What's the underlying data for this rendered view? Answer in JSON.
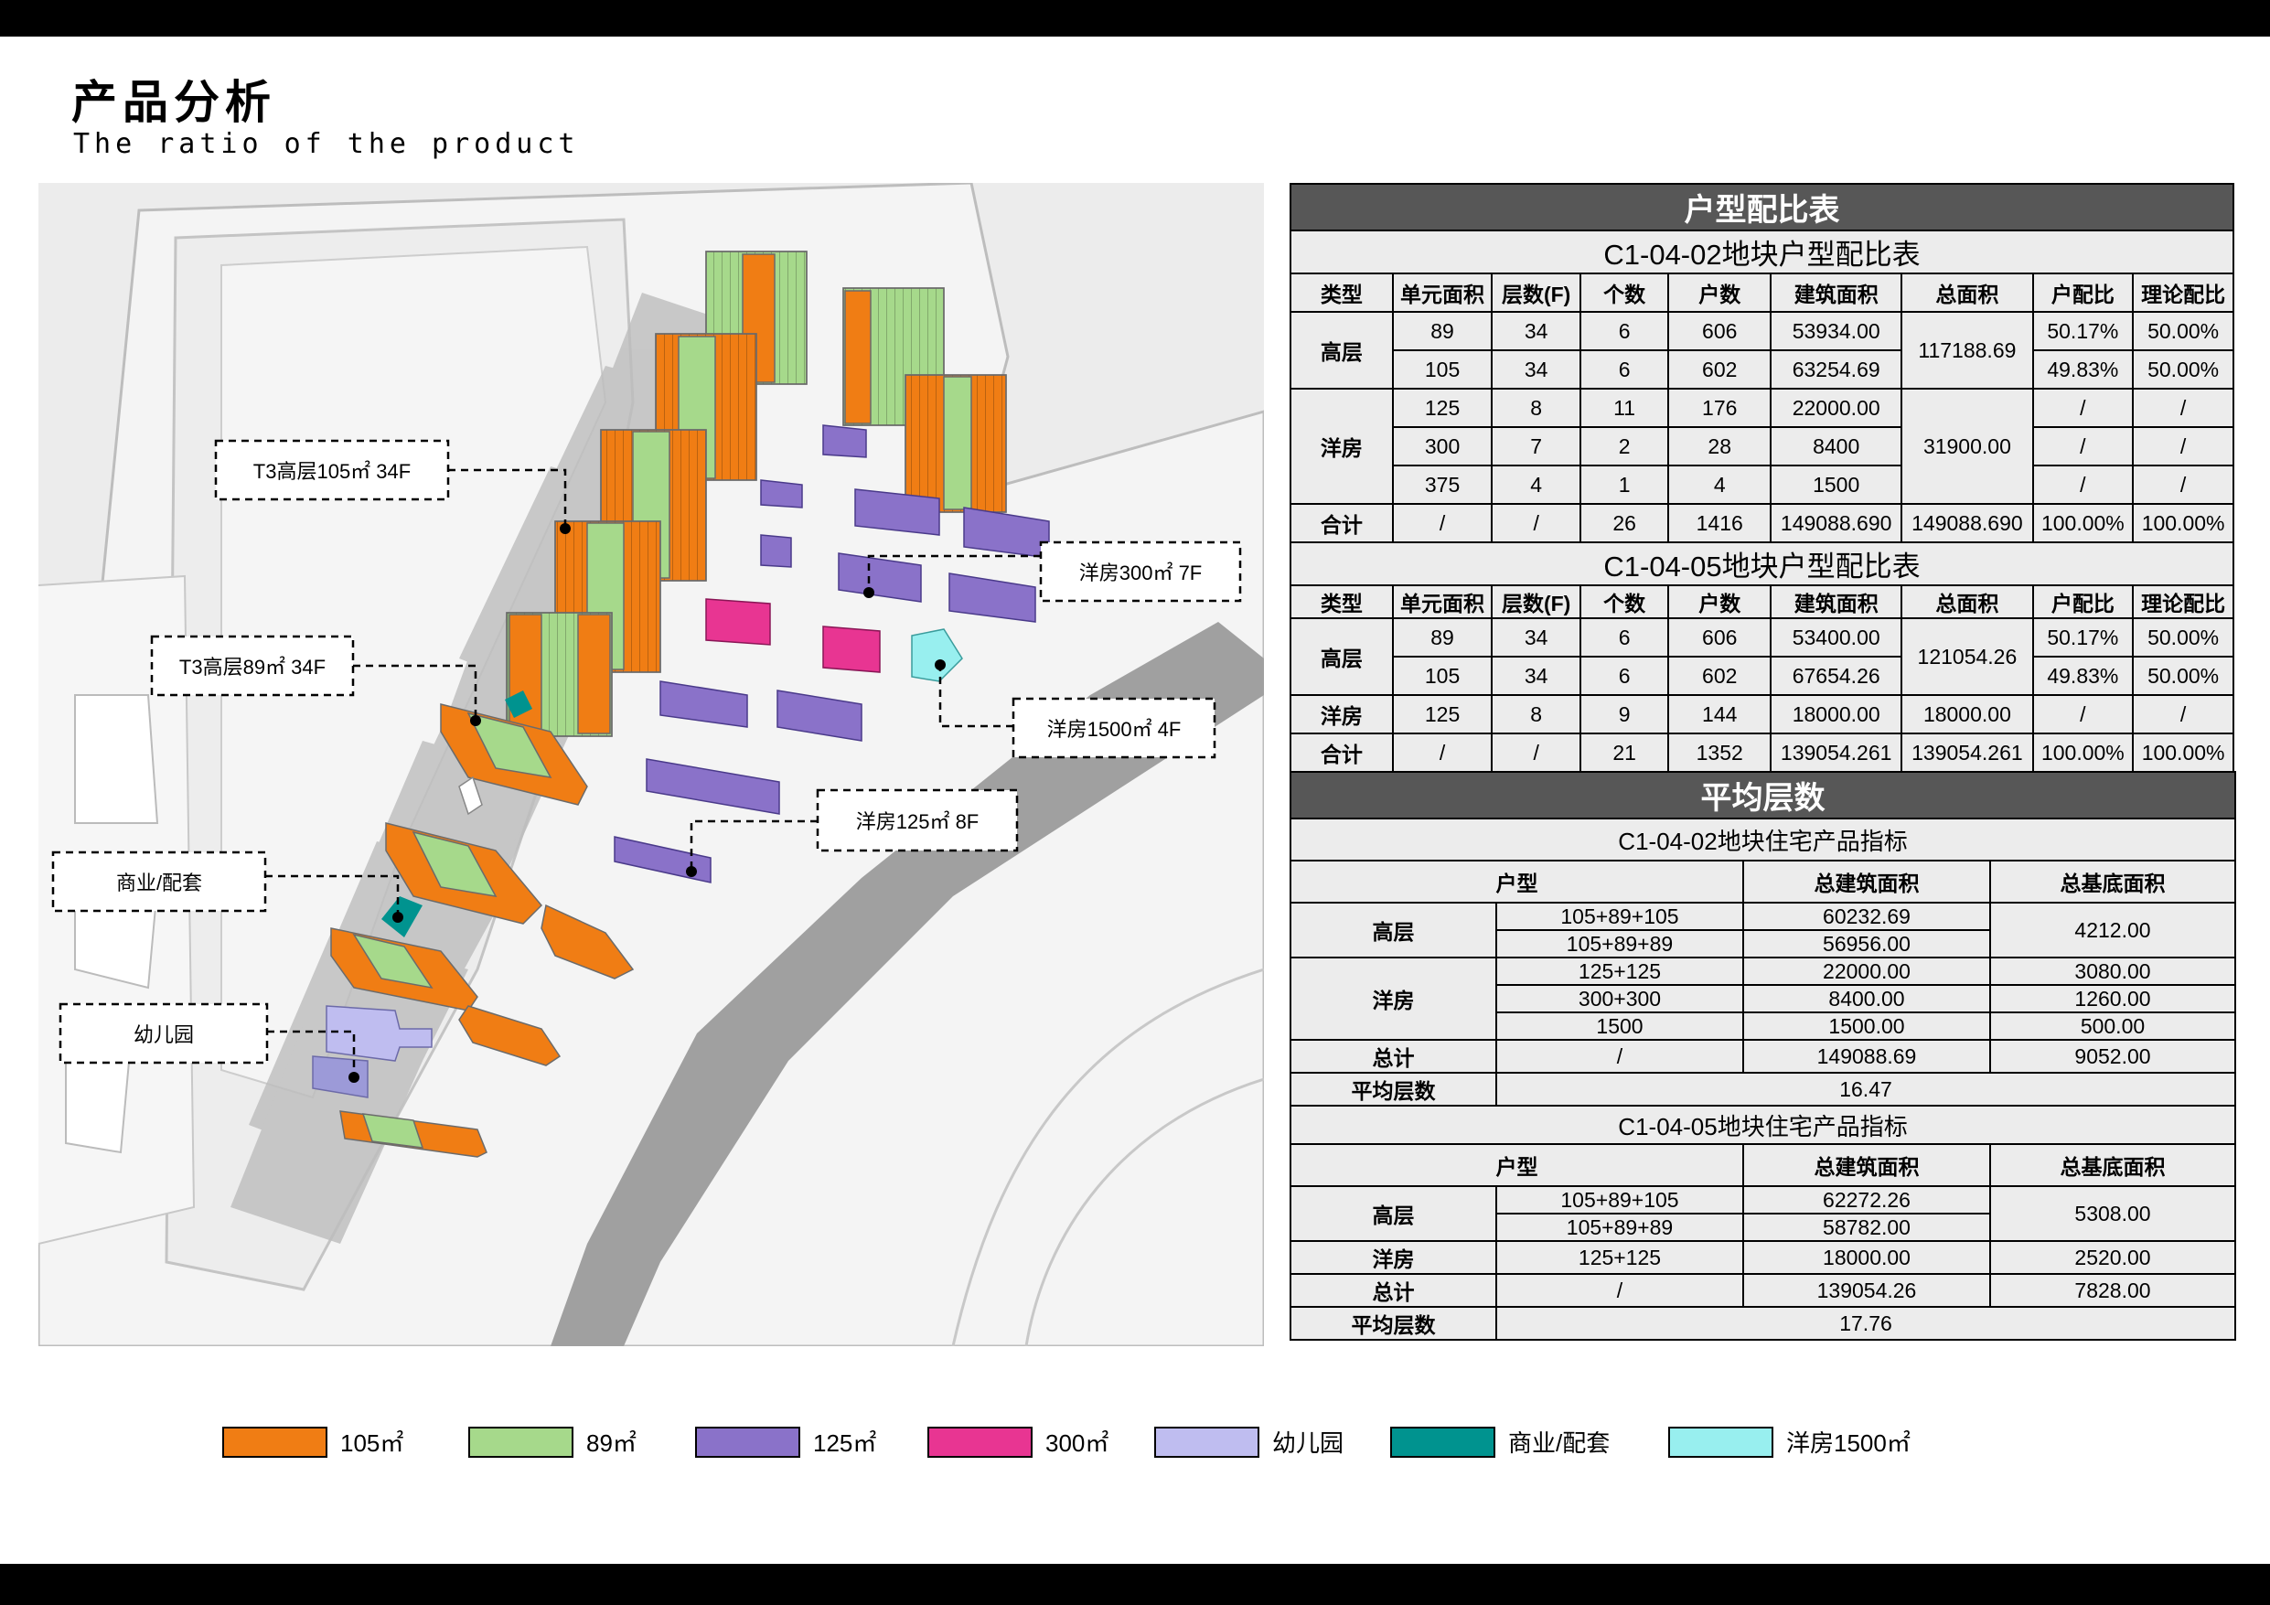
{
  "header": {
    "title": "产品分析",
    "subtitle": "The ratio of the product"
  },
  "callouts": [
    {
      "id": "t3-105",
      "label": "T3高层105㎡ 34F"
    },
    {
      "id": "t3-89",
      "label": "T3高层89㎡ 34F"
    },
    {
      "id": "commercial",
      "label": "商业/配套"
    },
    {
      "id": "kindergarten",
      "label": "幼儿园"
    },
    {
      "id": "villa-300",
      "label": "洋房300㎡ 7F"
    },
    {
      "id": "villa-1500",
      "label": "洋房1500㎡ 4F"
    },
    {
      "id": "villa-125",
      "label": "洋房125㎡ 8F"
    }
  ],
  "colors": {
    "c105": "#f07d14",
    "c89": "#a6d98b",
    "c125": "#8a72c9",
    "c300": "#e83592",
    "kinder": "#bfbdf0",
    "commercial": "#00938f",
    "villa1500": "#98efef",
    "sectionHead": "#575757"
  },
  "ratio_section": {
    "title": "户型配比表"
  },
  "table1": {
    "title": "C1-04-02地块户型配比表",
    "headers": [
      "类型",
      "单元面积",
      "层数(F)",
      "个数",
      "户数",
      "建筑面积",
      "总面积",
      "户配比",
      "理论配比"
    ],
    "highrise": {
      "label": "高层",
      "total": "117188.69",
      "rows": [
        [
          "89",
          "34",
          "6",
          "606",
          "53934.00",
          "50.17%",
          "50.00%"
        ],
        [
          "105",
          "34",
          "6",
          "602",
          "63254.69",
          "49.83%",
          "50.00%"
        ]
      ]
    },
    "villa": {
      "label": "洋房",
      "total": "31900.00",
      "rows": [
        [
          "125",
          "8",
          "11",
          "176",
          "22000.00",
          "/",
          "/"
        ],
        [
          "300",
          "7",
          "2",
          "28",
          "8400",
          "/",
          "/"
        ],
        [
          "375",
          "4",
          "1",
          "4",
          "1500",
          "/",
          "/"
        ]
      ]
    },
    "sum": [
      "合计",
      "/",
      "/",
      "26",
      "1416",
      "149088.690",
      "149088.690",
      "100.00%",
      "100.00%"
    ]
  },
  "table2": {
    "title": "C1-04-05地块户型配比表",
    "headers": [
      "类型",
      "单元面积",
      "层数(F)",
      "个数",
      "户数",
      "建筑面积",
      "总面积",
      "户配比",
      "理论配比"
    ],
    "highrise": {
      "label": "高层",
      "total": "121054.26",
      "rows": [
        [
          "89",
          "34",
          "6",
          "606",
          "53400.00",
          "50.17%",
          "50.00%"
        ],
        [
          "105",
          "34",
          "6",
          "602",
          "67654.26",
          "49.83%",
          "50.00%"
        ]
      ]
    },
    "villa": [
      "洋房",
      "125",
      "8",
      "9",
      "144",
      "18000.00",
      "18000.00",
      "/",
      "/"
    ],
    "sum": [
      "合计",
      "/",
      "/",
      "21",
      "1352",
      "139054.261",
      "139054.261",
      "100.00%",
      "100.00%"
    ]
  },
  "avg_section": {
    "title": "平均层数"
  },
  "table3": {
    "title": "C1-04-02地块住宅产品指标",
    "headers": [
      "户型",
      "总建筑面积",
      "总基底面积"
    ],
    "highrise": {
      "label": "高层",
      "base": "4212.00",
      "rows": [
        [
          "105+89+105",
          "60232.69"
        ],
        [
          "105+89+89",
          "56956.00"
        ]
      ]
    },
    "villa": {
      "label": "洋房",
      "rows": [
        [
          "125+125",
          "22000.00",
          "3080.00"
        ],
        [
          "300+300",
          "8400.00",
          "1260.00"
        ],
        [
          "1500",
          "1500.00",
          "500.00"
        ]
      ]
    },
    "total": [
      "总计",
      "/",
      "149088.69",
      "9052.00"
    ],
    "avg": [
      "平均层数",
      "16.47"
    ]
  },
  "table4": {
    "title": "C1-04-05地块住宅产品指标",
    "headers": [
      "户型",
      "总建筑面积",
      "总基底面积"
    ],
    "highrise": {
      "label": "高层",
      "base": "5308.00",
      "rows": [
        [
          "105+89+105",
          "62272.26"
        ],
        [
          "105+89+89",
          "58782.00"
        ]
      ]
    },
    "villa": [
      "洋房",
      "125+125",
      "18000.00",
      "2520.00"
    ],
    "total": [
      "总计",
      "/",
      "139054.26",
      "7828.00"
    ],
    "avg": [
      "平均层数",
      "17.76"
    ]
  },
  "legend": [
    {
      "label": "105㎡",
      "color": "#f07d14"
    },
    {
      "label": "89㎡",
      "color": "#a6d98b"
    },
    {
      "label": "125㎡",
      "color": "#8a72c9"
    },
    {
      "label": "300㎡",
      "color": "#e83592"
    },
    {
      "label": "幼儿园",
      "color": "#bfbdf0"
    },
    {
      "label": "商业/配套",
      "color": "#00938f"
    },
    {
      "label": "洋房1500㎡",
      "color": "#98efef"
    }
  ]
}
